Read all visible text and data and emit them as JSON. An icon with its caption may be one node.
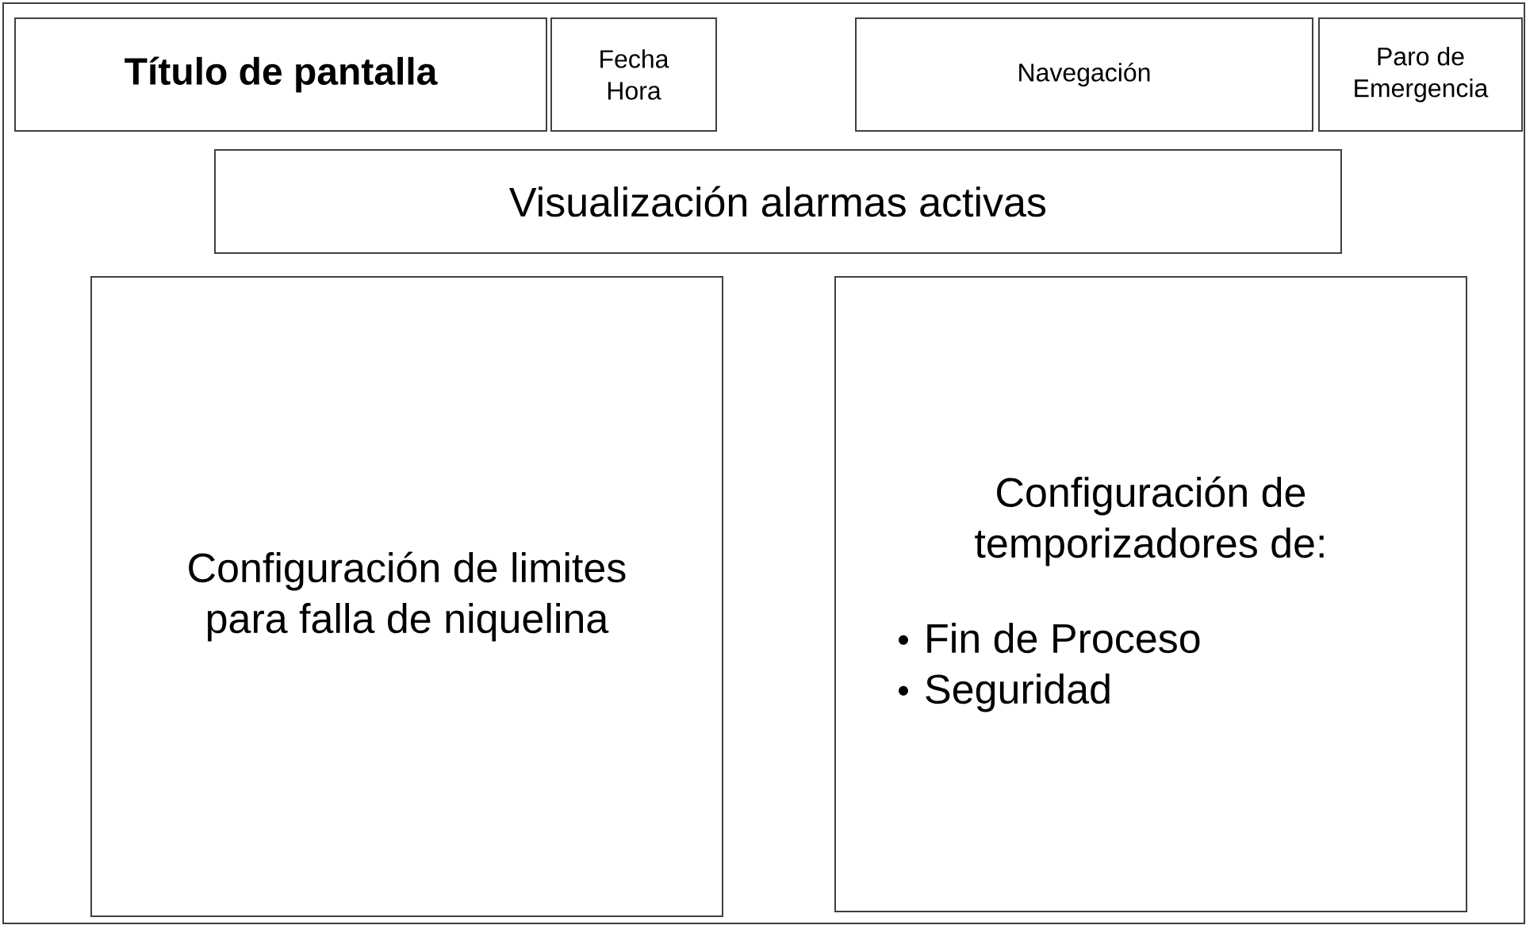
{
  "diagram": {
    "nodes": [
      {
        "text": [],
        "shape": "box"
      },
      {
        "text": [
          "Título de pantalla"
        ],
        "in": 0
      },
      {
        "text": [
          "Fecha Hora"
        ],
        "in": 0
      },
      {
        "text": [
          "Navegación"
        ],
        "in": 0
      },
      {
        "text": [
          "Paro de Emergencia"
        ],
        "in": 0
      },
      {
        "text": [
          "Visualización alarmas activas"
        ],
        "in": 0
      },
      {
        "text": [
          "Configuración de limites para falla de niquelina"
        ],
        "in": 0
      },
      {
        "text": [
          "Configuración de temporizadores de:",
          "Fin de Proceso",
          "Seguridad"
        ],
        "in": 0
      }
    ]
  }
}
